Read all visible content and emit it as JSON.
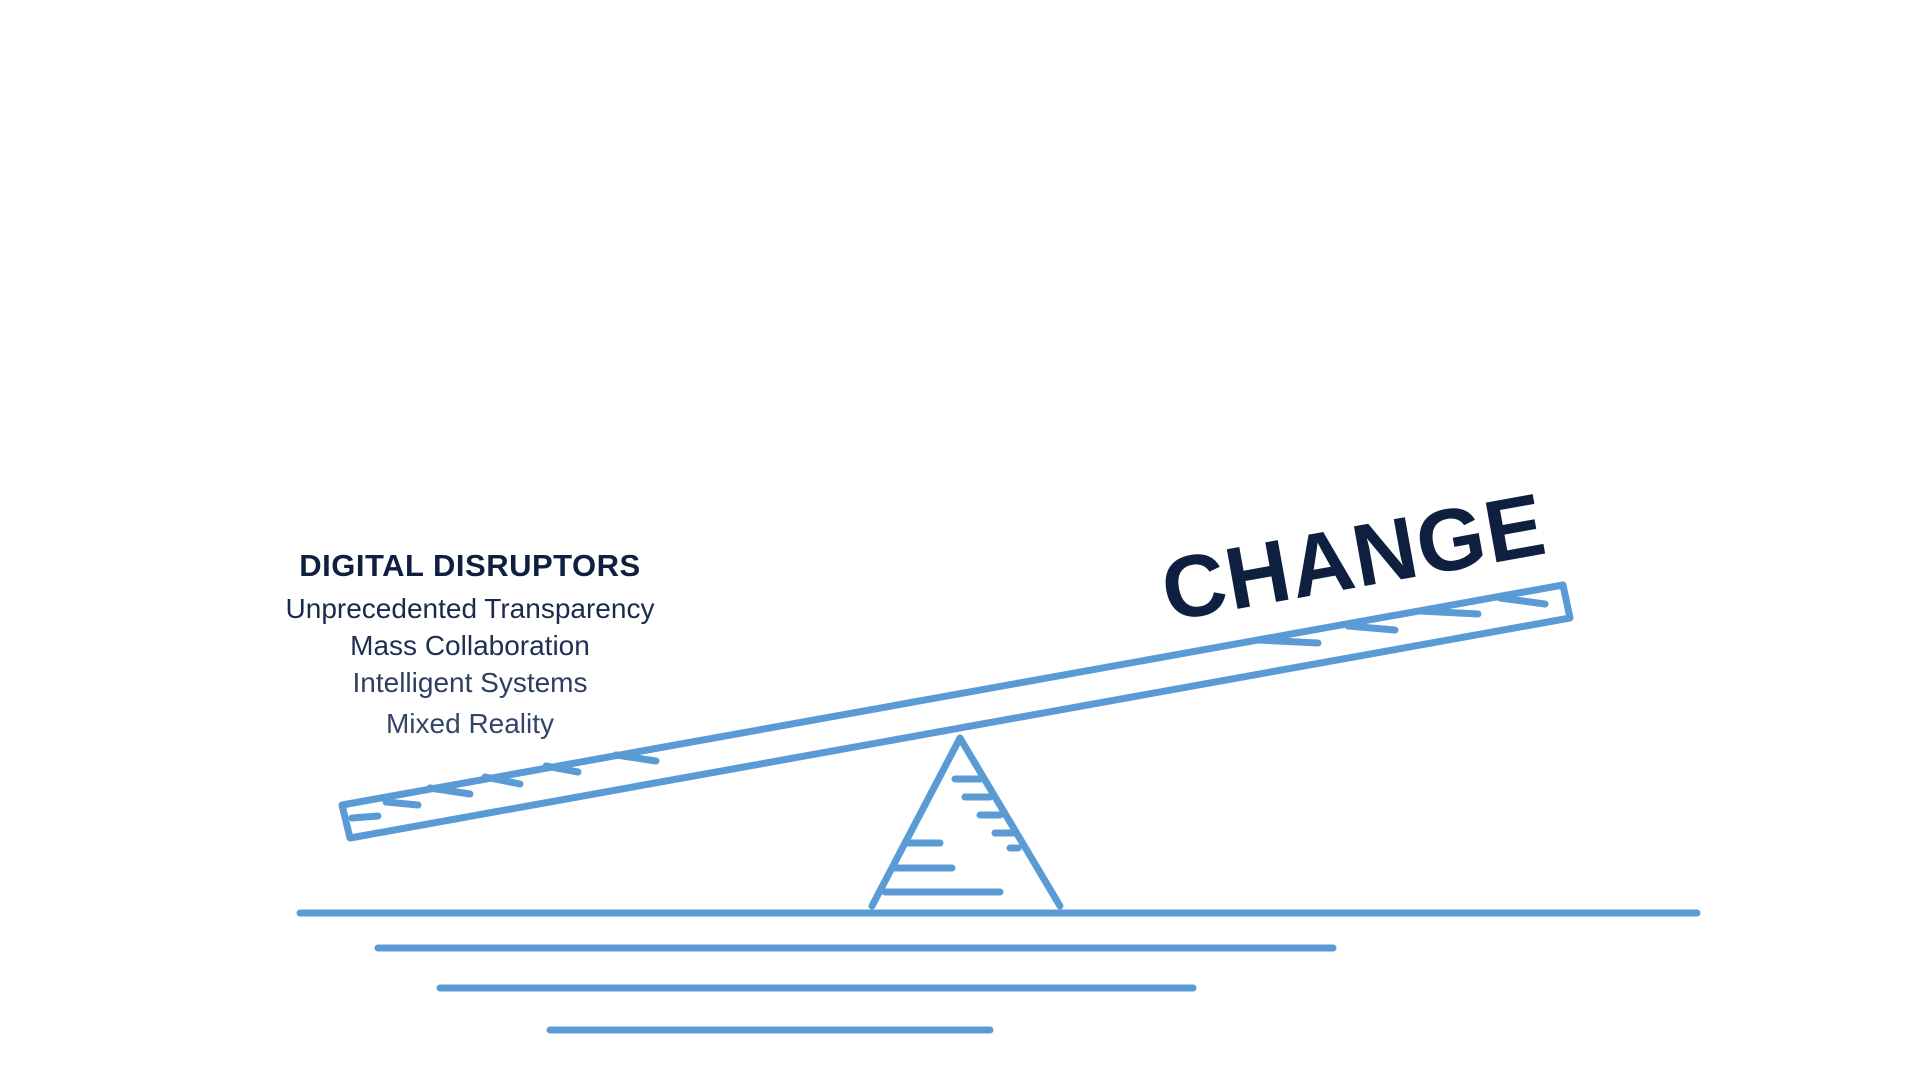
{
  "diagram": {
    "left_panel": {
      "heading": "DIGITAL DISRUPTORS",
      "items": [
        "Unprecedented Transparency",
        "Mass Collaboration",
        "Intelligent Systems",
        "Mixed Reality"
      ]
    },
    "right_label": "CHANGE"
  },
  "colors": {
    "line": "#5b9bd5",
    "text_dark": "#0f1f40",
    "background": "#ffffff"
  }
}
